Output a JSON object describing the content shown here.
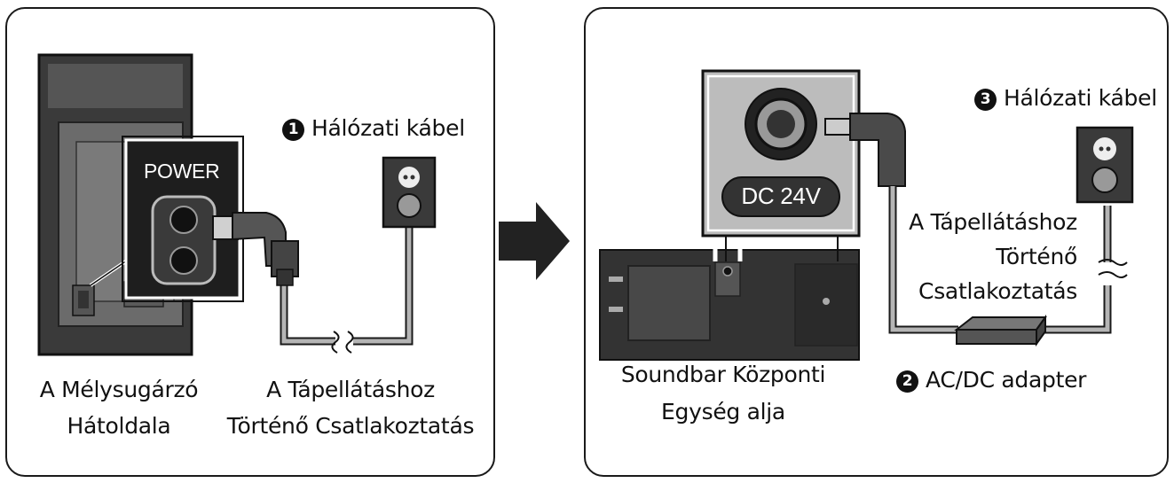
{
  "left_panel": {
    "power_label": "POWER",
    "cable_num": "1",
    "cable_label": "Hálózati kábel",
    "subwoofer_line1": "A Mélysugárzó",
    "subwoofer_line2": "Hátoldala",
    "power_conn_line1": "A Tápellátáshoz",
    "power_conn_line2": "Történő Csatlakoztatás"
  },
  "right_panel": {
    "dc_label": "DC 24V",
    "cable_num": "3",
    "cable_label": "Hálózati kábel",
    "power_conn_line1": "A Tápellátáshoz",
    "power_conn_line2": "Történő",
    "power_conn_line3": "Csatlakoztatás",
    "soundbar_line1": "Soundbar Központi",
    "soundbar_line2": "Egység alja",
    "adapter_num": "2",
    "adapter_label": "AC/DC adapter"
  },
  "colors": {
    "outline": "#1a1a1a",
    "device_dark": "#4a4a4a",
    "device_mid": "#8a8a8a",
    "cable_gray": "#b5b5b5",
    "arrow": "#222222"
  },
  "icons": [
    "arrow-right-icon",
    "wall-socket-icon",
    "break-mark-icon"
  ]
}
